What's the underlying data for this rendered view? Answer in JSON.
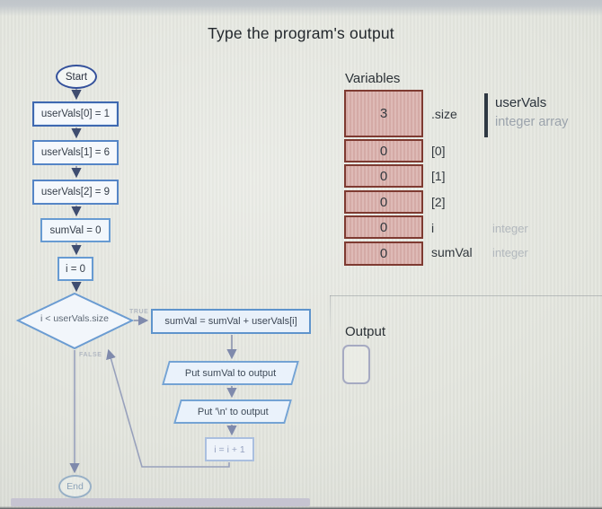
{
  "title": "Type the program's output",
  "flowchart": {
    "start": "Start",
    "end": "End",
    "steps": [
      {
        "label": "userVals[0] = 1"
      },
      {
        "label": "userVals[1] = 6"
      },
      {
        "label": "userVals[2] = 9"
      },
      {
        "label": "sumVal = 0"
      },
      {
        "label": "i = 0"
      }
    ],
    "decision": "i < userVals.size",
    "branch_true": "TRUE",
    "branch_false": "FALSE",
    "loop_assign": "sumVal = sumVal + userVals[i]",
    "put_sum": "Put sumVal to output",
    "put_newline": "Put '\\n' to output",
    "increment": "i = i + 1"
  },
  "variables": {
    "heading": "Variables",
    "array_name": "userVals",
    "array_type": "integer array",
    "rows": [
      {
        "value": "3",
        "label": ".size",
        "type": ""
      },
      {
        "value": "0",
        "label": "[0]",
        "type": ""
      },
      {
        "value": "0",
        "label": "[1]",
        "type": ""
      },
      {
        "value": "0",
        "label": "[2]",
        "type": ""
      },
      {
        "value": "0",
        "label": "i",
        "type": "integer"
      },
      {
        "value": "0",
        "label": "sumVal",
        "type": "integer"
      }
    ]
  },
  "output": {
    "heading": "Output",
    "value": ""
  },
  "colors": {
    "accent_blue": "#5585c6",
    "dark_blue": "#3e68b0",
    "cell_fill": "#dcb6b2",
    "cell_border": "#7e3a31",
    "arrow_dark": "#3f4d70",
    "arrow_light": "#7f8aac"
  }
}
